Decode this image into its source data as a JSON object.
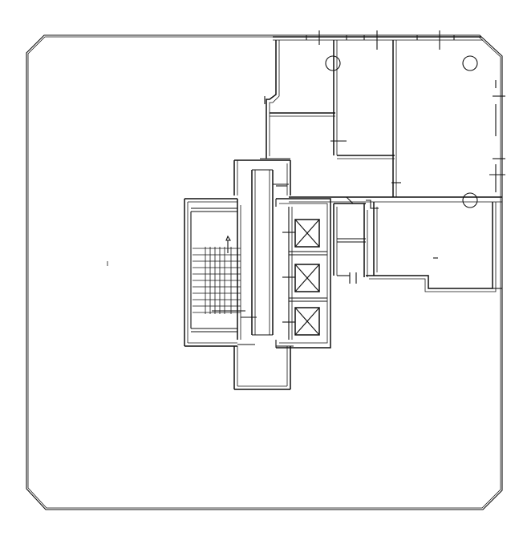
{
  "diagram": {
    "type": "architectural-floor-plan",
    "view": "plan",
    "elements": {
      "outer_slab": "chamfered-square",
      "elevators": 3,
      "stair": 1,
      "columns": [
        "column-north-west-core",
        "column-north-east",
        "column-east-mid"
      ],
      "shafts": 2
    },
    "colors": {
      "line": "#111111",
      "background": "#ffffff"
    }
  }
}
